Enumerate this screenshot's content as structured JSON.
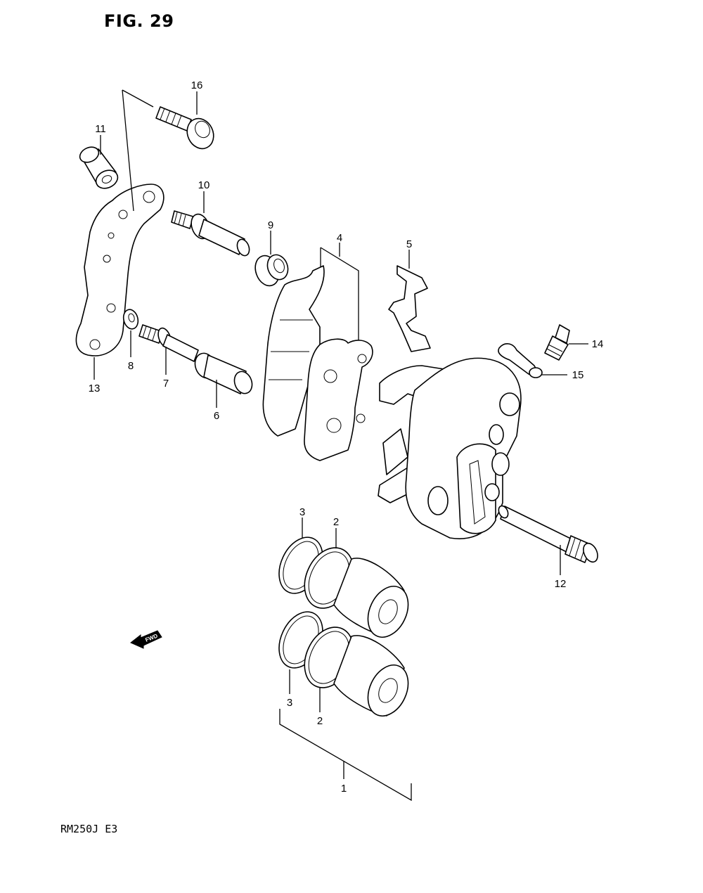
{
  "figure_title": "FIG. 29",
  "model_code": "RM250J  E3",
  "fwd_label": "FWD",
  "callouts": [
    "1",
    "2",
    "2",
    "3",
    "3",
    "4",
    "5",
    "6",
    "7",
    "8",
    "9",
    "10",
    "11",
    "12",
    "13",
    "14",
    "15",
    "16"
  ]
}
